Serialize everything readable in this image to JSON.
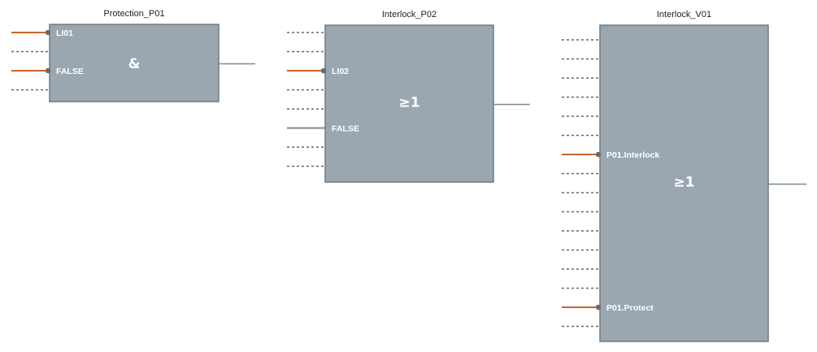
{
  "colors": {
    "block_fill": "#9aa6b0",
    "block_border": "#6e7a84",
    "wire_connected": "#c8682a",
    "wire_constant": "#7d8891",
    "wire_empty": "#666666",
    "port_dot": "#6b6b6b"
  },
  "blocks": [
    {
      "title": "Protection_P01",
      "operator": "&",
      "inputs": [
        {
          "label": "LI01",
          "state": "connected"
        },
        {
          "label": "",
          "state": "empty"
        },
        {
          "label": "FALSE",
          "state": "connected"
        },
        {
          "label": "",
          "state": "empty"
        }
      ]
    },
    {
      "title": "Interlock_P02",
      "operator": "≥1",
      "inputs": [
        {
          "label": "",
          "state": "empty"
        },
        {
          "label": "",
          "state": "empty"
        },
        {
          "label": "LI02",
          "state": "connected"
        },
        {
          "label": "",
          "state": "empty"
        },
        {
          "label": "",
          "state": "empty"
        },
        {
          "label": "FALSE",
          "state": "constant"
        },
        {
          "label": "",
          "state": "empty"
        },
        {
          "label": "",
          "state": "empty"
        }
      ]
    },
    {
      "title": "Interlock_V01",
      "operator": "≥1",
      "inputs": [
        {
          "label": "",
          "state": "empty"
        },
        {
          "label": "",
          "state": "empty"
        },
        {
          "label": "",
          "state": "empty"
        },
        {
          "label": "",
          "state": "empty"
        },
        {
          "label": "",
          "state": "empty"
        },
        {
          "label": "",
          "state": "empty"
        },
        {
          "label": "P01.Interlock",
          "state": "connected"
        },
        {
          "label": "",
          "state": "empty"
        },
        {
          "label": "",
          "state": "empty"
        },
        {
          "label": "",
          "state": "empty"
        },
        {
          "label": "",
          "state": "empty"
        },
        {
          "label": "",
          "state": "empty"
        },
        {
          "label": "",
          "state": "empty"
        },
        {
          "label": "",
          "state": "empty"
        },
        {
          "label": "P01.Protect",
          "state": "connected"
        },
        {
          "label": "",
          "state": "empty"
        }
      ]
    }
  ]
}
